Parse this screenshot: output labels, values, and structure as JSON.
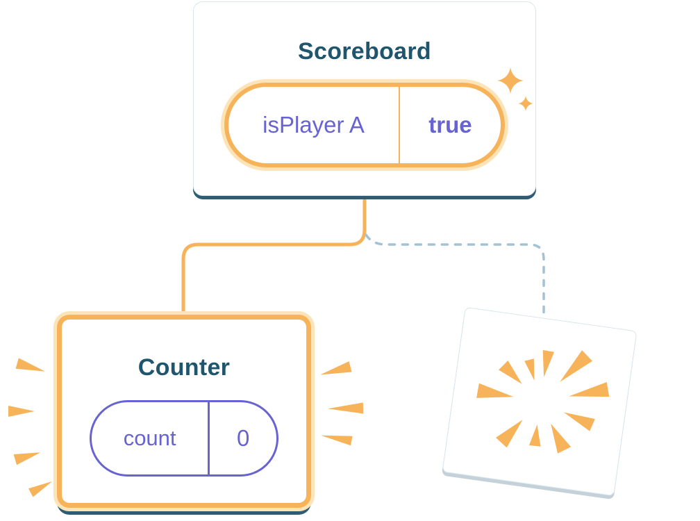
{
  "diagram": {
    "scoreboard": {
      "title": "Scoreboard",
      "prop": {
        "name": "isPlayer A",
        "value": "true"
      }
    },
    "counter": {
      "title": "Counter",
      "state": {
        "name": "count",
        "value": "0"
      }
    }
  },
  "colors": {
    "accent-orange": "#f7b35a",
    "orange-glow": "#fce4b8",
    "purple": "#6764d2",
    "title-blue": "#1f566d",
    "dashed-blue": "#a3c2d4",
    "shadow-teal": "#2f5b73",
    "card-border": "#d9e6ed"
  },
  "icons": {
    "sparkle-icon": "✦",
    "poof-burst-icon": "radiating orange shards (component removed)",
    "emphasis-burst-icon": "orange emphasis dashes around highlighted card"
  }
}
